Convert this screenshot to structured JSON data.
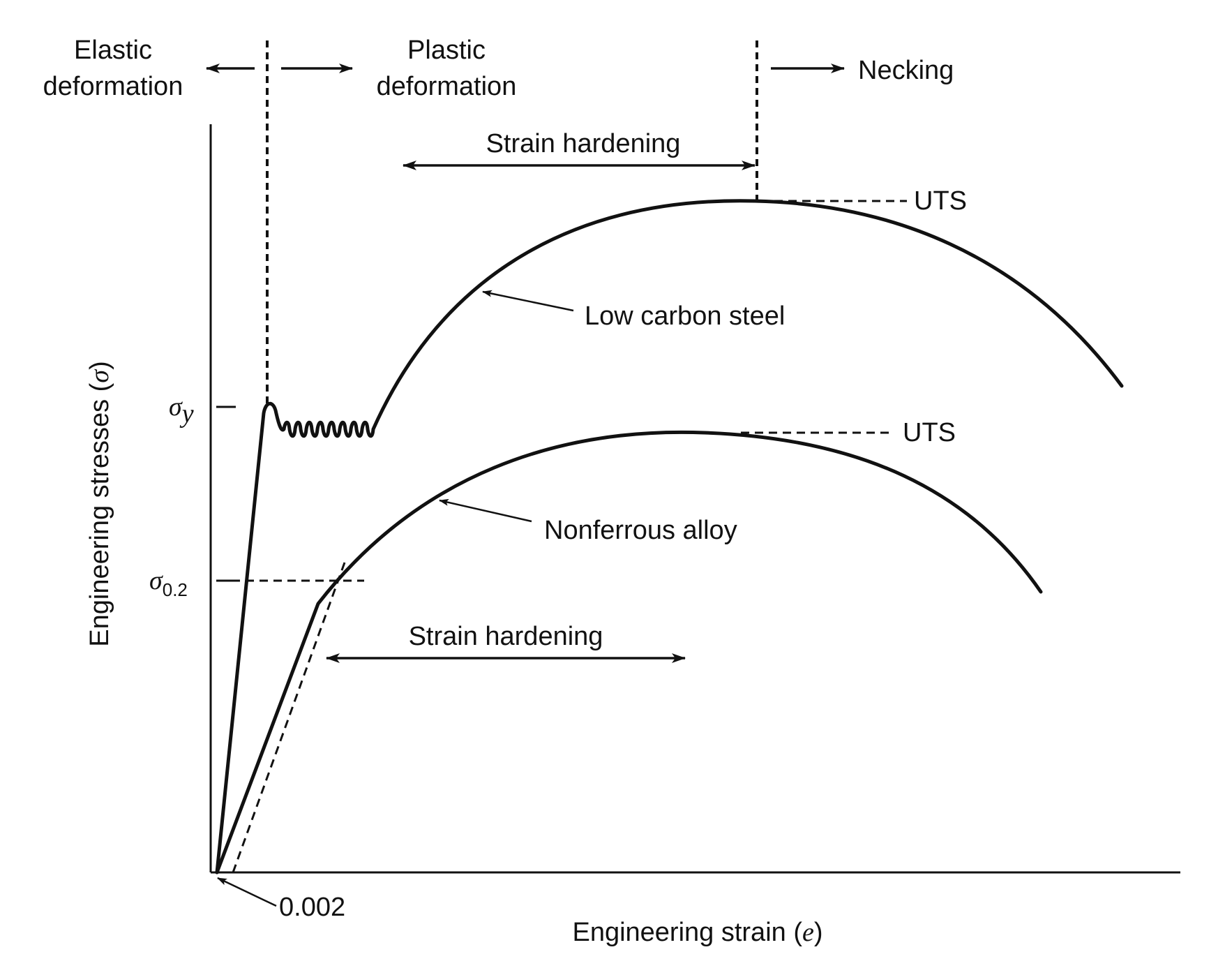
{
  "labels": {
    "elastic_1": "Elastic",
    "elastic_2": "deformation",
    "plastic_1": "Plastic",
    "plastic_2": "deformation",
    "necking": "Necking",
    "strain_hardening_top": "Strain hardening",
    "strain_hardening_bottom": "Strain hardening",
    "uts_top": "UTS",
    "uts_bottom": "UTS",
    "low_carbon_steel": "Low carbon steel",
    "nonferrous_alloy": "Nonferrous alloy",
    "offset_strain": "0.002",
    "sigma_y_base": "σ",
    "sigma_y_sub": "y",
    "sigma_02_base": "σ",
    "sigma_02_sub": "0.2",
    "x_axis_title": "Engineering strain (e)",
    "x_axis_text": "Engineering strain (",
    "x_axis_symbol": "e",
    "x_axis_close": ")",
    "y_axis_text": "Engineering stresses (",
    "y_axis_symbol": "σ",
    "y_axis_close": ")"
  },
  "colors": {
    "ink": "#111111",
    "background": "#ffffff"
  }
}
